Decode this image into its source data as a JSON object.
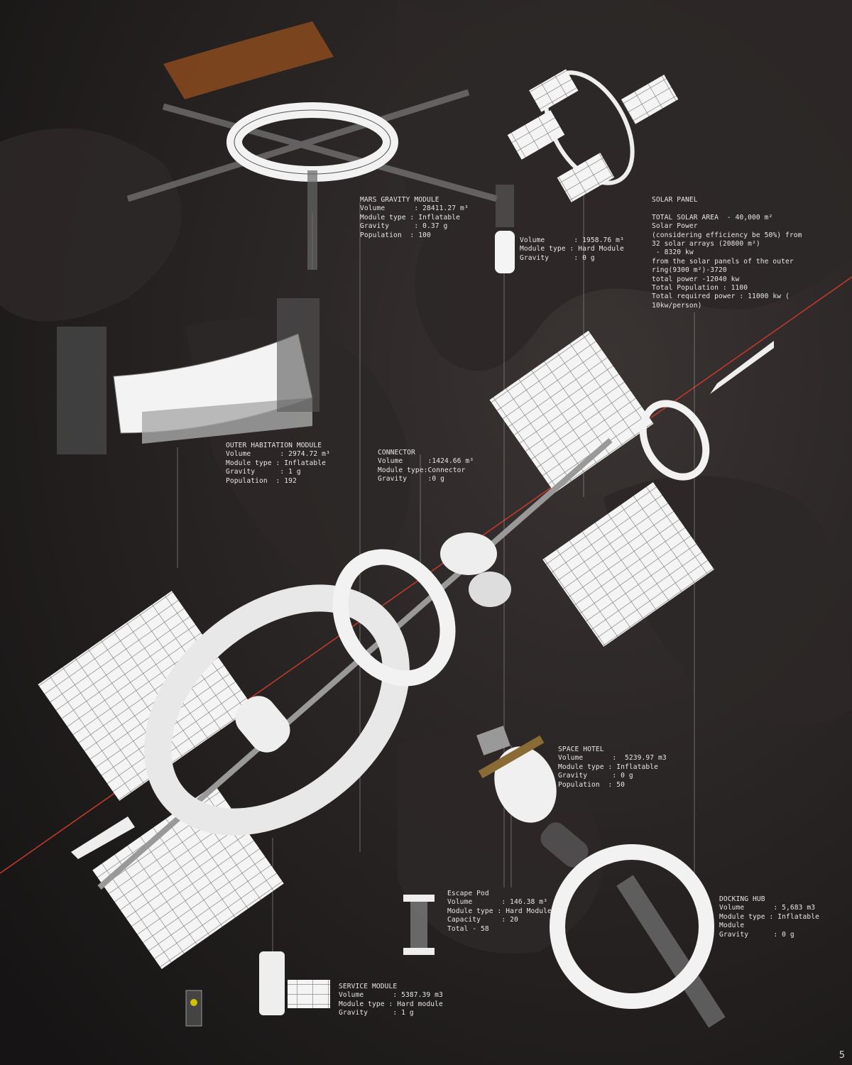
{
  "page_number": "5",
  "colors": {
    "background": "#1c1a1a",
    "map": "#3a3534",
    "module_fill": "#f2f2f2",
    "trajectory": "#c0392b",
    "text": "#e6e6e6"
  },
  "blocks": [
    {
      "id": "mars-gravity-module",
      "lines": [
        "MARS GRAVITY MODULE",
        "Volume       : 28411.27 m³",
        "Module type : Inflatable",
        "Gravity      : 0.37 g",
        "Population  : 100"
      ]
    },
    {
      "id": "hard-module",
      "lines": [
        "Volume       : 1958.76 m³",
        "Module type : Hard Module",
        "Gravity      : 0 g"
      ]
    },
    {
      "id": "solar-panel",
      "lines": [
        "SOLAR PANEL",
        "",
        "TOTAL SOLAR AREA  - 40,000 m²",
        "Solar Power",
        "(considering efficiency be 50%) from",
        "32 solar arrays (20800 m²)",
        " - 8320 kw",
        "from the solar panels of the outer",
        "ring(9300 m²)-3720",
        "total power -12040 kw",
        "Total Population : 1100",
        "Total required power : 11000 kw (",
        "10kw/person)"
      ]
    },
    {
      "id": "outer-habitation-module",
      "lines": [
        "OUTER HABITATION MODULE",
        "Volume       : 2974.72 m³",
        "Module type : Inflatable",
        "Gravity      : 1 g",
        "Population  : 192"
      ]
    },
    {
      "id": "connector",
      "lines": [
        "CONNECTOR",
        "Volume      :1424.66 m³",
        "Module type:Connector",
        "Gravity     :0 g"
      ]
    },
    {
      "id": "space-hotel",
      "lines": [
        "SPACE HOTEL",
        "Volume       :  5239.97 m3",
        "Module type : Inflatable",
        "Gravity      : 0 g",
        "Population  : 50"
      ]
    },
    {
      "id": "escape-pod",
      "lines": [
        "Escape Pod",
        "Volume       : 146.38 m³",
        "Module type : Hard Module",
        "Capacity     : 20",
        "Total - 58"
      ]
    },
    {
      "id": "docking-hub",
      "lines": [
        "DOCKING HUB",
        "Volume       : 5,683 m3",
        "Module type : Inflatable",
        "Module",
        "Gravity      : 0 g"
      ]
    },
    {
      "id": "service-module",
      "lines": [
        "SERVICE MODULE",
        "Volume       : 5387.39 m3",
        "Module type : Hard module",
        "Gravity      : 1 g"
      ]
    }
  ]
}
